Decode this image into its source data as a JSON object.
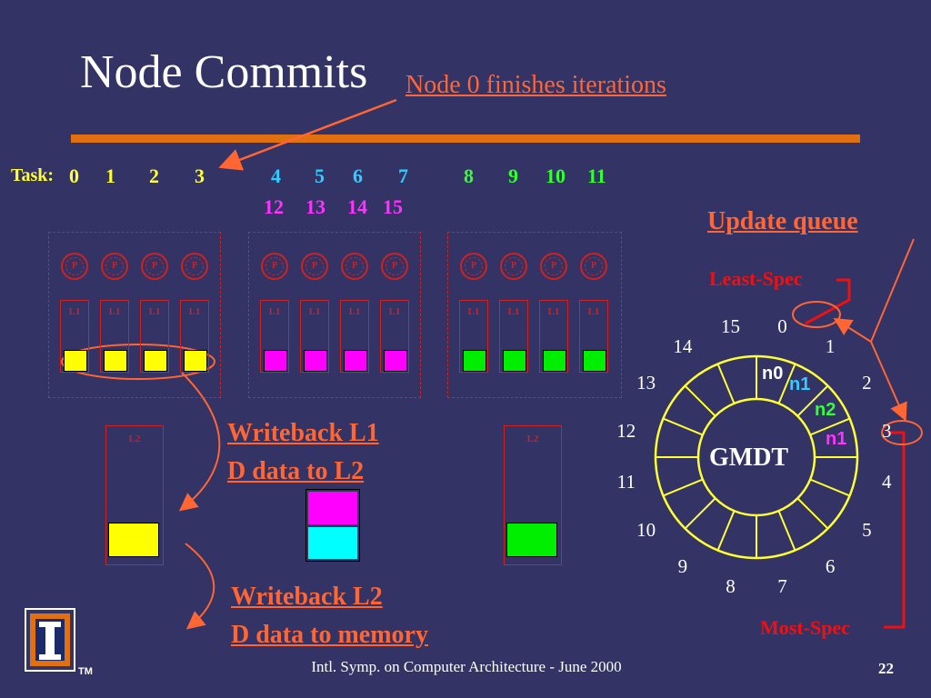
{
  "slide": {
    "title": "Node Commits",
    "subtitle": "Node 0 finishes iterations",
    "task_label": "Task:",
    "tasks_row1": [
      {
        "num": "0",
        "color": "#ffff33"
      },
      {
        "num": "1",
        "color": "#ffff33"
      },
      {
        "num": "2",
        "color": "#ffff33"
      },
      {
        "num": "3",
        "color": "#ffff33"
      },
      {
        "num": "4",
        "color": "#33ccff"
      },
      {
        "num": "5",
        "color": "#33ccff"
      },
      {
        "num": "6",
        "color": "#33ccff"
      },
      {
        "num": "7",
        "color": "#33ccff"
      },
      {
        "num": "8",
        "color": "#33ff33"
      },
      {
        "num": "9",
        "color": "#33ff33"
      },
      {
        "num": "10",
        "color": "#33ff33"
      },
      {
        "num": "11",
        "color": "#33ff33"
      }
    ],
    "tasks_row2": [
      {
        "num": "12",
        "color": "#ff33ff"
      },
      {
        "num": "13",
        "color": "#ff33ff"
      },
      {
        "num": "14",
        "color": "#ff33ff"
      },
      {
        "num": "15",
        "color": "#ff33ff"
      }
    ],
    "proc_label": "P",
    "l1_label": "L1",
    "l2_label": "L2",
    "cluster_data_colors": [
      "#ffff00",
      "#ff00ff",
      "#00ee00"
    ],
    "writeback_l1": [
      "Writeback L1",
      "D data to L2"
    ],
    "writeback_l2": [
      "Writeback L2",
      "D data to memory"
    ],
    "update_queue": "Update queue",
    "least_spec": "Least-Spec",
    "most_spec": "Most-Spec",
    "gmdt": "GMDT",
    "ring_numbers": [
      "0",
      "1",
      "2",
      "3",
      "4",
      "5",
      "6",
      "7",
      "8",
      "9",
      "10",
      "11",
      "12",
      "13",
      "14",
      "15"
    ],
    "ring_nodes": [
      {
        "label": "n0",
        "color": "#ffffff"
      },
      {
        "label": "n1",
        "color": "#33ccff"
      },
      {
        "label": "n2",
        "color": "#33ff33"
      },
      {
        "label": "n1",
        "color": "#ff33ff"
      }
    ],
    "footer": "Intl. Symp. on Computer Architecture - June 2000",
    "page_number": "22",
    "trademark": "TM"
  }
}
